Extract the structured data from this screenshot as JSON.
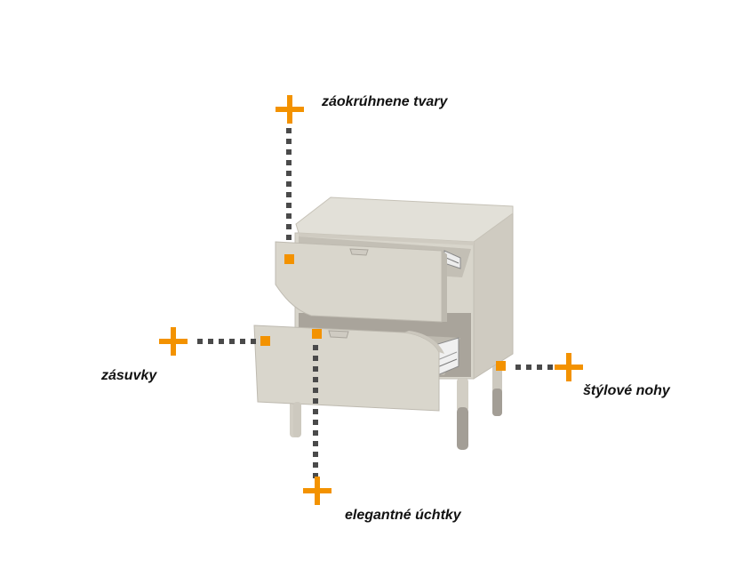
{
  "colors": {
    "accent": "#F39200",
    "dots": "#4A4A4A",
    "furniture": "#D9D6CC",
    "furniture_shade": "#C6C2B7",
    "leg_metal": "#A39E96",
    "leg_top": "#D2CEC4"
  },
  "annotations": {
    "rounded_shapes": {
      "label": "záokrúhnene tvary",
      "icon": "plus-icon"
    },
    "drawers": {
      "label": "zásuvky",
      "icon": "plus-icon"
    },
    "legs": {
      "label": "štýlové nohy",
      "icon": "plus-icon"
    },
    "handles": {
      "label": "elegantné úchtky",
      "icon": "plus-icon"
    }
  }
}
